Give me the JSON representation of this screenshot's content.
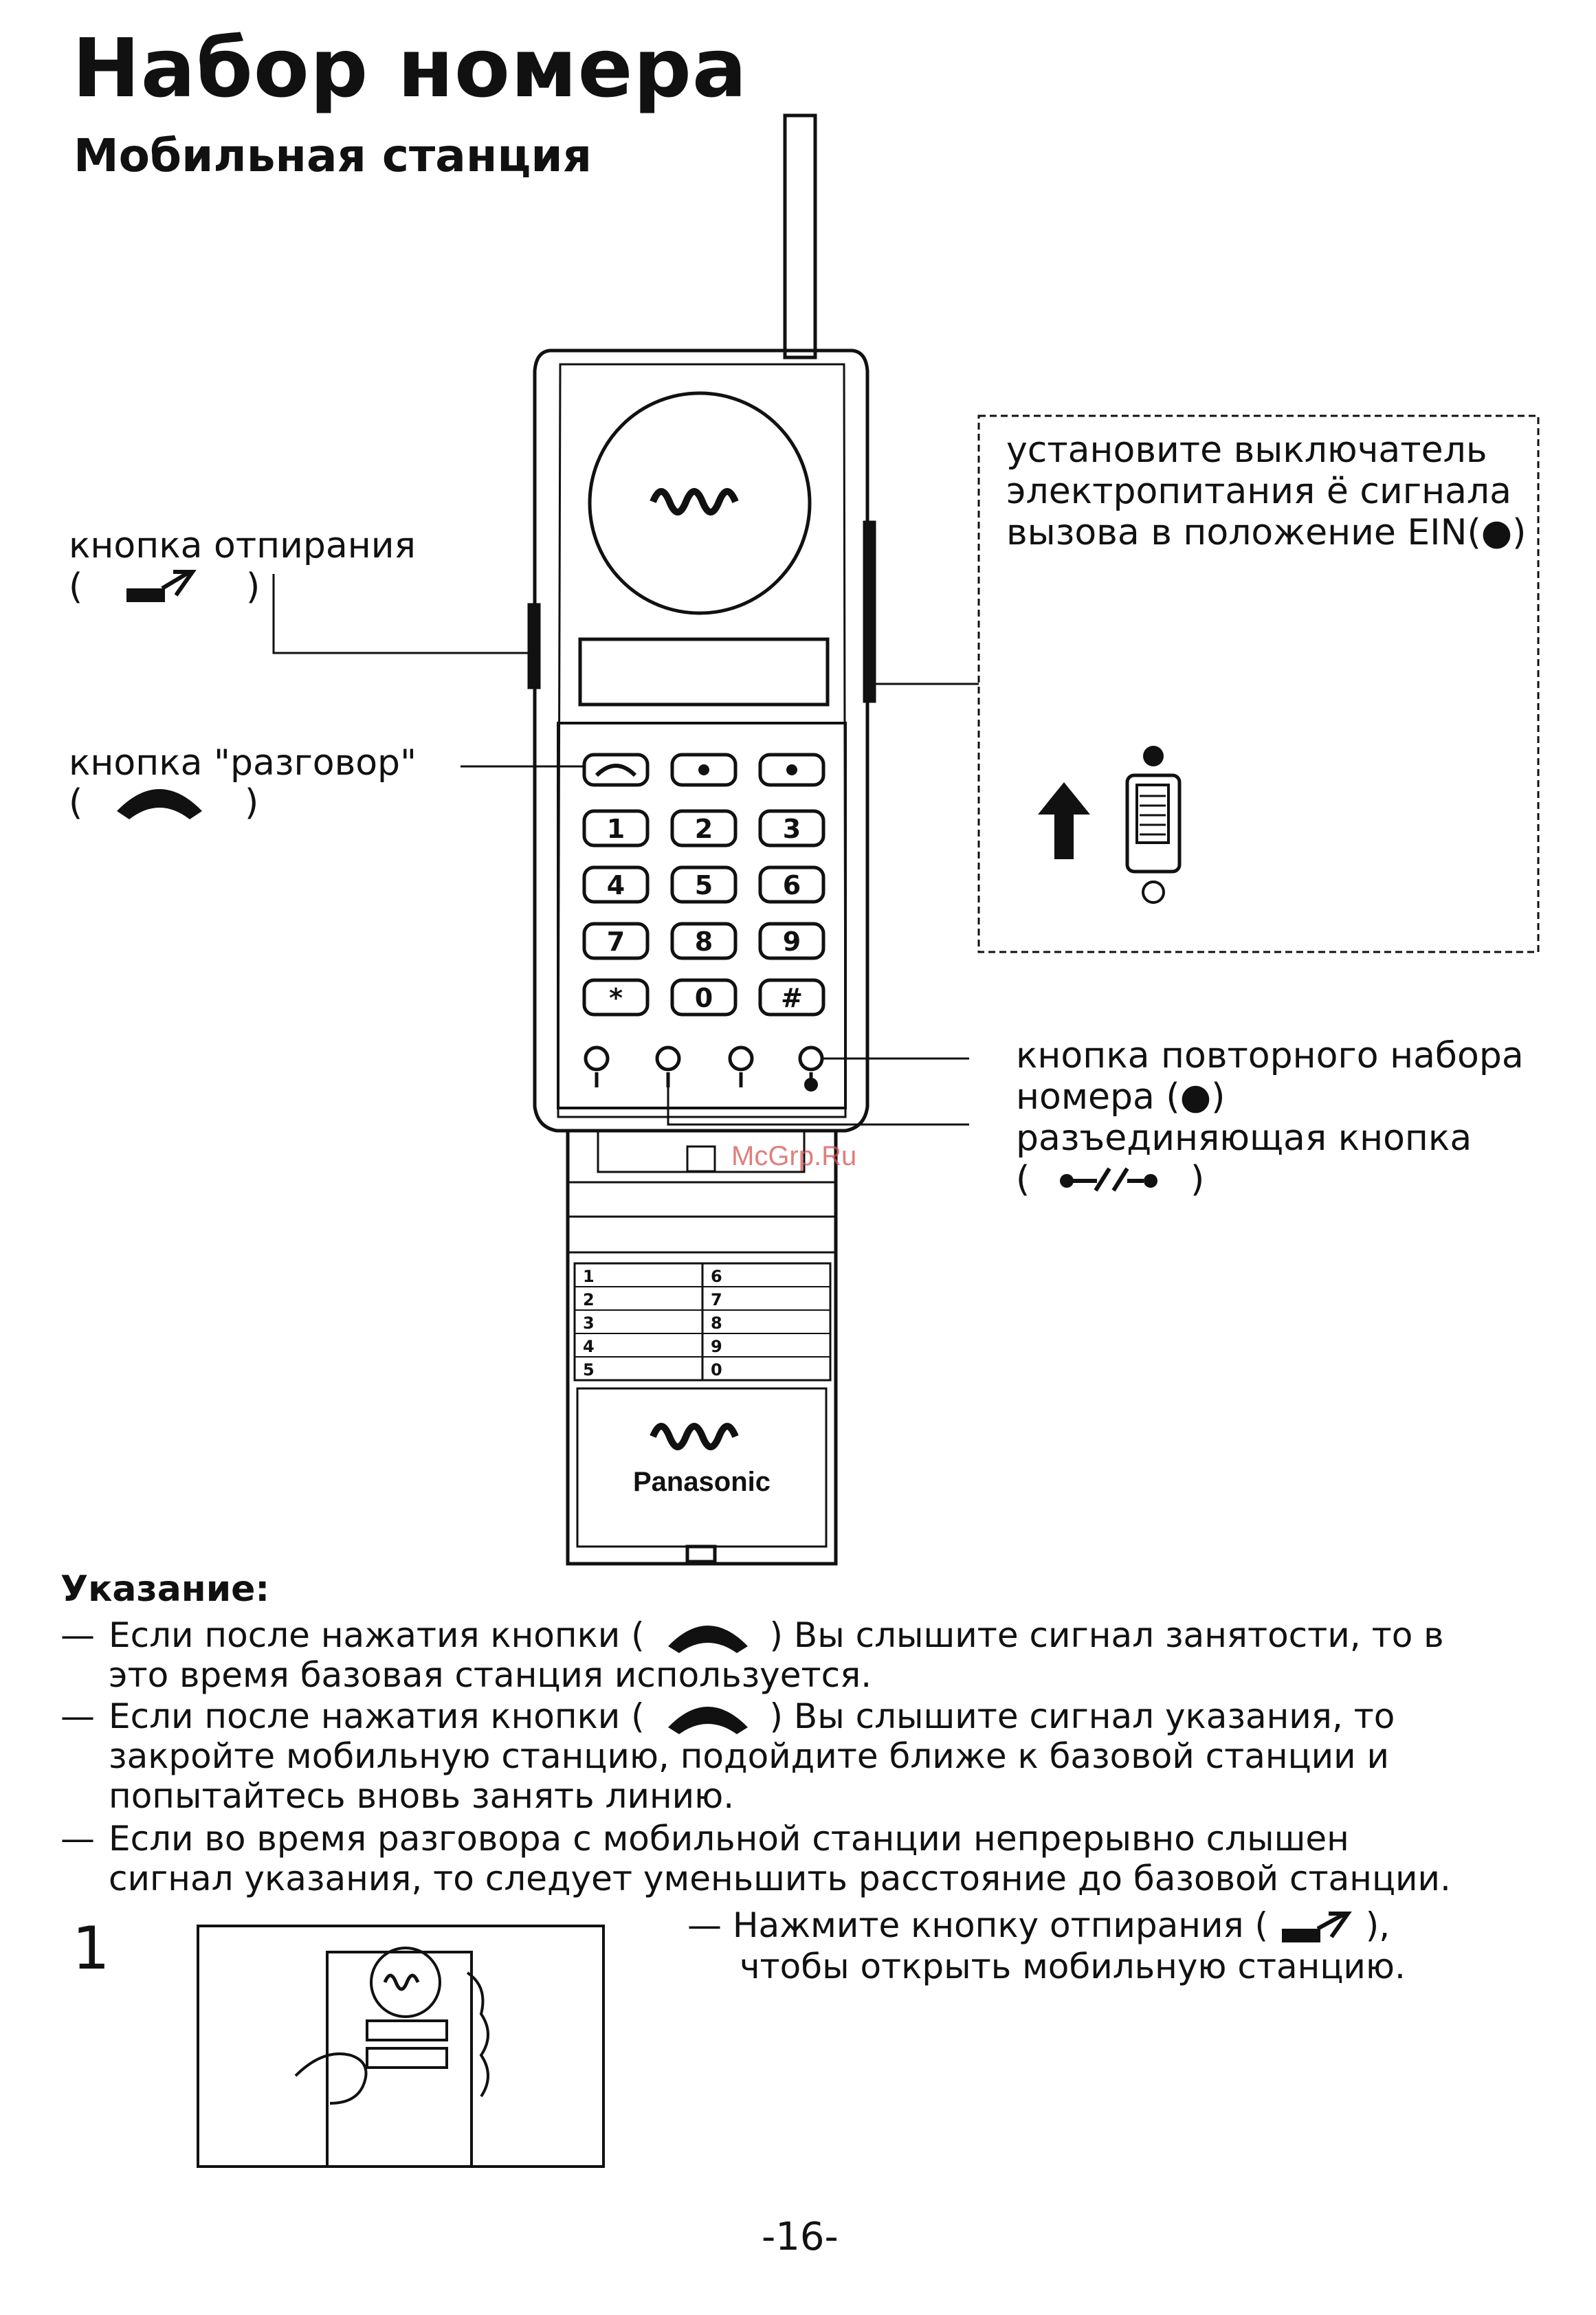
{
  "page": {
    "title": "Набор номера",
    "subtitle": "Мобильная станция",
    "page_number": "-16-"
  },
  "callouts": {
    "unlock_button": {
      "label": "кнопка отпирания",
      "paren_open": "(",
      "paren_close": ")"
    },
    "talk_button": {
      "label": "кнопка \"разговор\"",
      "paren_open": "(",
      "paren_close": ")"
    },
    "power_switch": {
      "line1": "установите выключатель",
      "line2": "электропитания ё сигнала",
      "line3": "вызова в положение EIN(●)"
    },
    "redial_button": {
      "line1": "кнопка повторного набора",
      "line2": "номера (●)"
    },
    "disconnect_button": {
      "label": "разъединяющая кнопка",
      "paren_open": "(",
      "paren_close": ")"
    }
  },
  "phone": {
    "keypad": [
      "1",
      "2",
      "3",
      "4",
      "5",
      "6",
      "7",
      "8",
      "9",
      "*",
      "0",
      "#"
    ],
    "memory_left": [
      "1",
      "2",
      "3",
      "4",
      "5"
    ],
    "memory_right": [
      "6",
      "7",
      "8",
      "9",
      "0"
    ],
    "brand": "Panasonic",
    "watermark": "McGrp.Ru"
  },
  "note": {
    "heading": "Указание:",
    "items": [
      {
        "line1a": "Если после нажатия кнопки (",
        "line1b": ") Вы слышите сигнал занятости, то в",
        "line2": "это время базовая станция используется."
      },
      {
        "line1a": "Если после нажатия кнопки (",
        "line1b": ") Вы слышите сигнал указания, то",
        "line2": "закройте мобильную станцию, подойдите ближе к базовой станции и",
        "line3": "попытайтесь вновь занять линию."
      },
      {
        "line1": "Если во время разговора с мобильной станции непрерывно слышен",
        "line2": "сигнал указания, то следует уменьшить расстояние до базовой станции."
      }
    ]
  },
  "step1": {
    "number": "1",
    "text1a": "— Нажмите кнопку отпирания (",
    "text1b": "),",
    "text2": "чтобы открыть мобильную станцию."
  }
}
